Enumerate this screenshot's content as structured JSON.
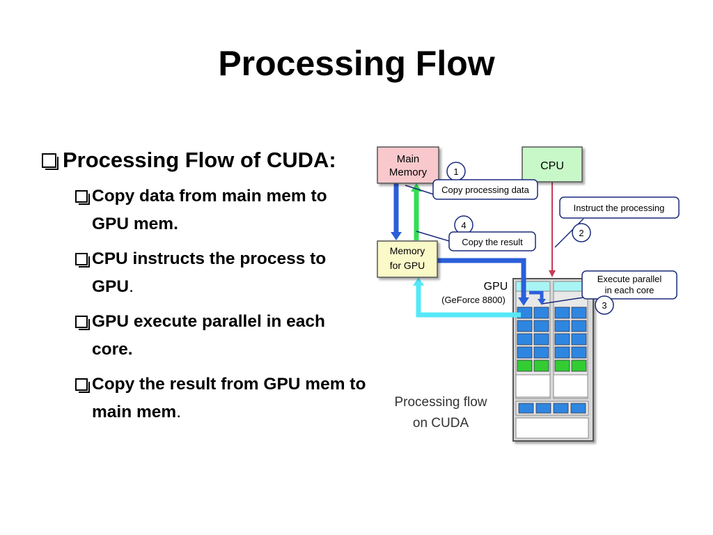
{
  "slide": {
    "title": "Processing Flow",
    "bullet_main": "Processing Flow of CUDA:",
    "sub_bullets": [
      {
        "text": "Copy data from main mem to GPU mem.",
        "trail": ""
      },
      {
        "text": "CPU instructs the process to GPU",
        "trail": "."
      },
      {
        "text": "GPU execute parallel in each core.",
        "trail": ""
      },
      {
        "text": "Copy the result from GPU mem to main mem",
        "trail": "."
      }
    ]
  },
  "diagram": {
    "main_memory_line1": "Main",
    "main_memory_line2": "Memory",
    "cpu_label": "CPU",
    "gpu_memory_line1": "Memory",
    "gpu_memory_line2": "for GPU",
    "gpu_label": "GPU",
    "gpu_model": "(GeForce 8800)",
    "step1_number": "1",
    "step1_label": "Copy processing data",
    "step2_number": "2",
    "step2_label": "Instruct the processing",
    "step3_number": "3",
    "step3_label_line1": "Execute parallel",
    "step3_label_line2": "in each core",
    "step4_number": "4",
    "step4_label": "Copy the result",
    "caption_line1": "Processing flow",
    "caption_line2": "on CUDA",
    "colors": {
      "main_memory": "#f8c8cc",
      "cpu": "#c8f8c8",
      "gpu_memory": "#fafac8",
      "core": "#2f86e0",
      "core_green": "#33cc33",
      "arrow_blue": "#2b5fd9",
      "arrow_green": "#33dd55",
      "arrow_cyan": "#55e8f8",
      "arrow_red": "#c83c55",
      "callout_border": "#1a2a7a"
    }
  }
}
